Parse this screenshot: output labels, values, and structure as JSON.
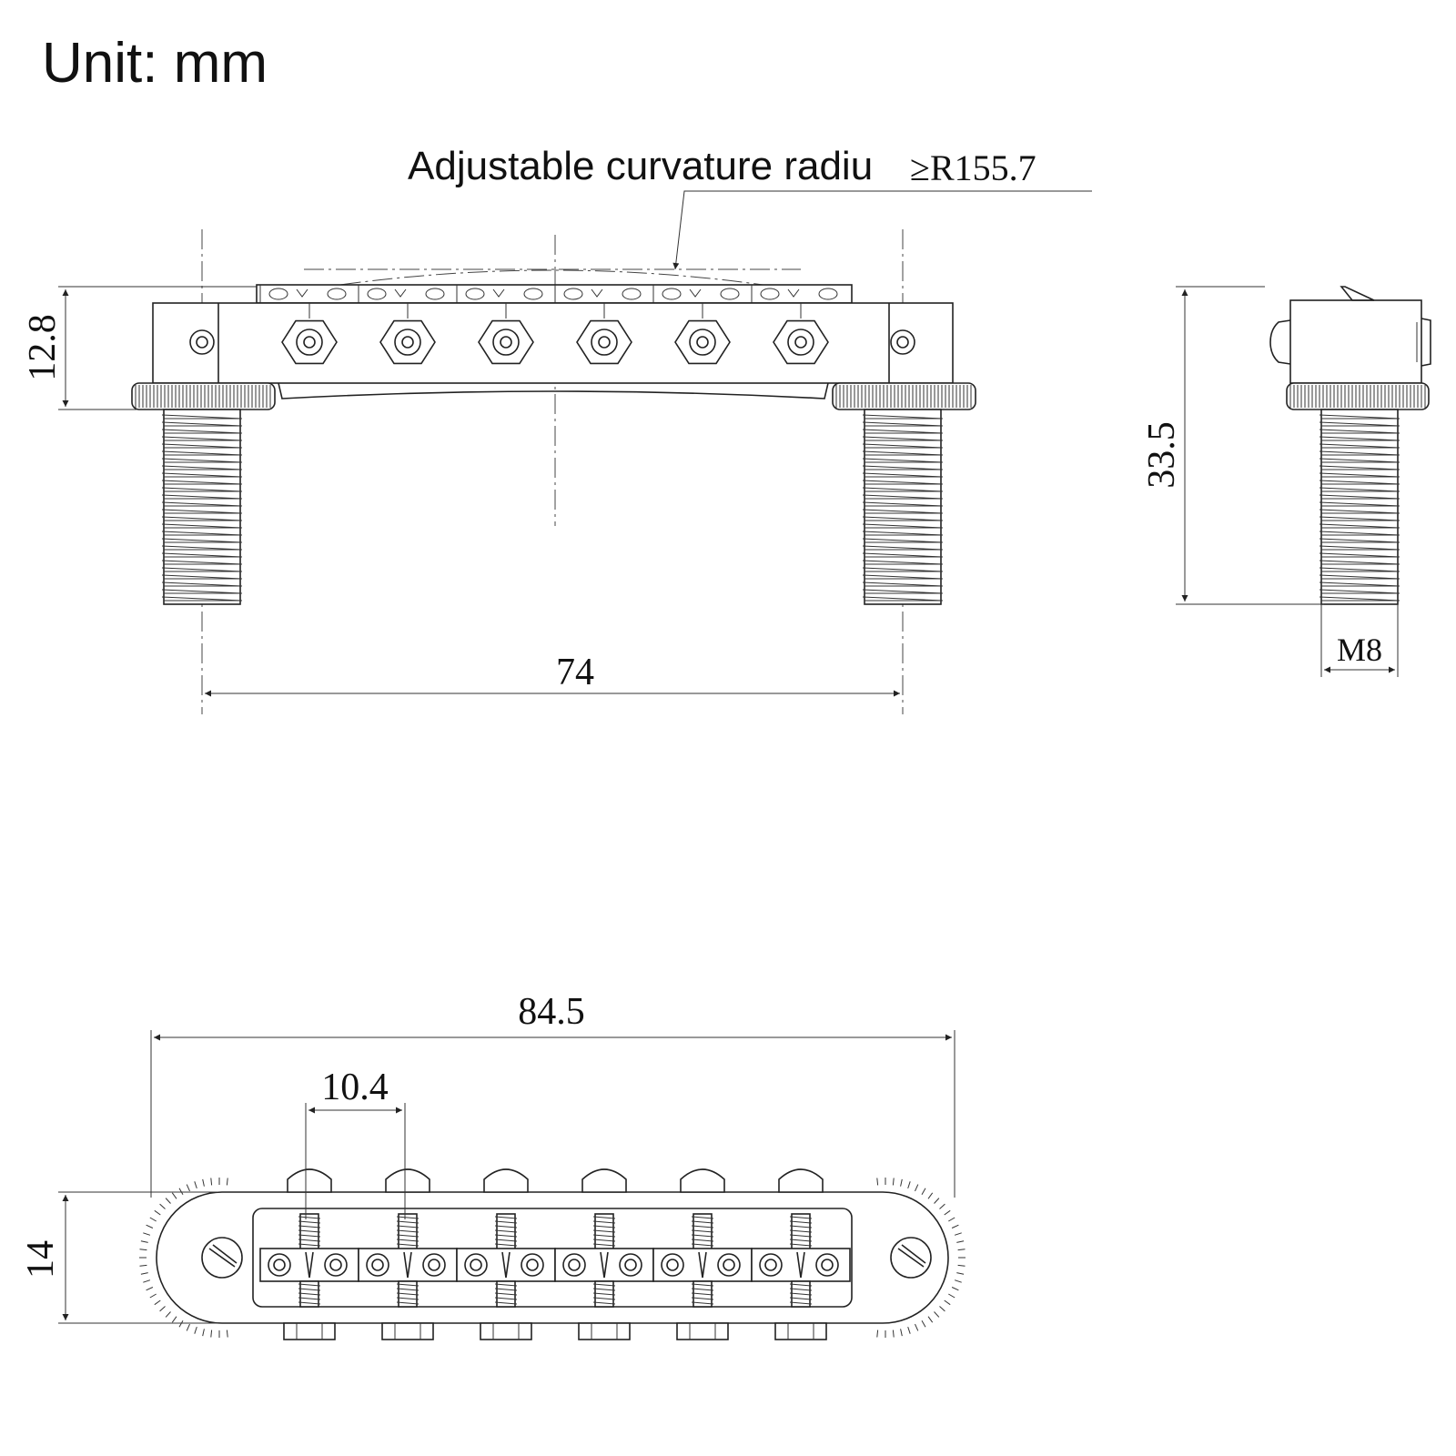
{
  "unit_label": "Unit: mm",
  "annotation": {
    "text": "Adjustable curvature radiu",
    "value": "≥R155.7"
  },
  "dimensions": {
    "height_bridge": "12.8",
    "post_spacing": "74",
    "total_height": "33.5",
    "thread": "M8",
    "total_length": "84.5",
    "string_spacing": "10.4",
    "depth": "14"
  },
  "views": {
    "front": {
      "saddles": 6,
      "posts": 2
    },
    "side": {
      "posts": 1
    },
    "top": {
      "saddles": 6,
      "thumbwheels": 2
    }
  }
}
